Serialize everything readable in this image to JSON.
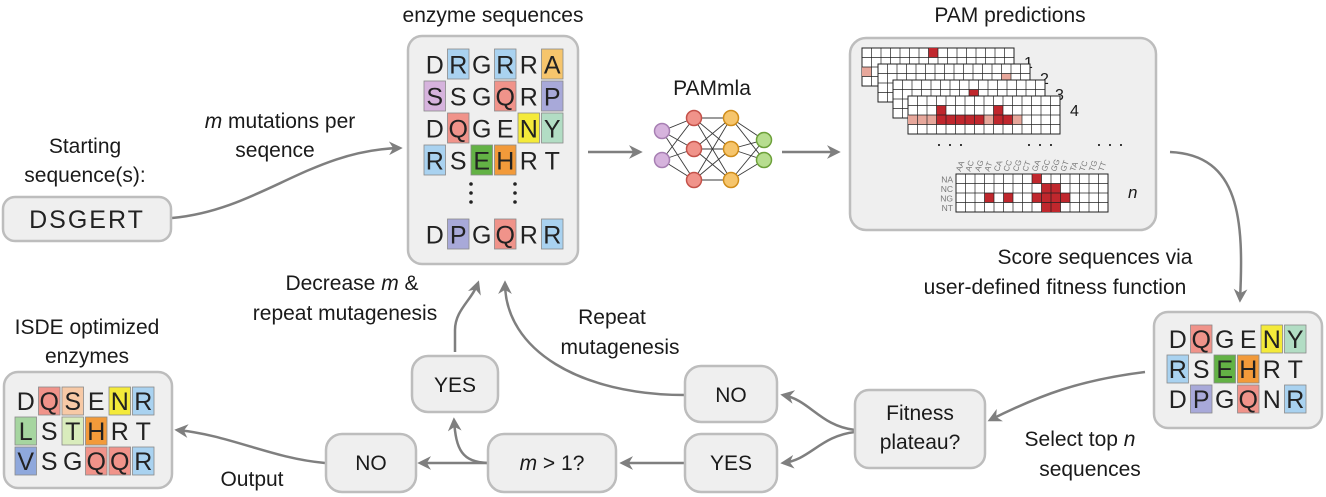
{
  "colors": {
    "box_fill": "#efefef",
    "box_stroke": "#bdbdbd",
    "arrow": "#7f7f7f",
    "heat_dark": "#c0272d",
    "heat_light": "#e7a79b",
    "residue": {
      "R": "#a9d2f0",
      "A": "#f6c56c",
      "S": "#d6b3dd",
      "Q": "#f0938a",
      "P": "#a8a9d9",
      "N": "#f4ea3a",
      "Y": "#b2ddc4",
      "E": "#63b245",
      "H": "#f29a3a",
      "V": "#8fa8dc",
      "L": "#a6d5a0",
      "T": "#d9ecbc",
      "Sl": "#f7c9a6"
    }
  },
  "labels": {
    "starting_line1": "Starting",
    "starting_line2": "sequence(s):",
    "starting_seq": "DSGERT",
    "mutations_line1": "mutations per",
    "mutations_m": "m",
    "mutations_line2": "seqence",
    "enzyme_title": "enzyme sequences",
    "pammla": "PAMmla",
    "pam_title": "PAM predictions",
    "score_line1": "Score sequences via",
    "score_line2": "user-defined fitness function",
    "fitness_line1": "Fitness",
    "fitness_line2": "plateau?",
    "select_line1_a": "Select top",
    "select_line1_n": "n",
    "select_line2": "sequences",
    "no_right": "NO",
    "yes_right": "YES",
    "repeat_line1": "Repeat",
    "repeat_line2": "mutagenesis",
    "mgt1": "m",
    "mgt1_rest": " > 1?",
    "yes_up": "YES",
    "no_left": "NO",
    "decrease_line1_a": "Decrease",
    "decrease_line1_m": "m",
    "decrease_line1_b": " &",
    "decrease_line2": "repeat mutagenesis",
    "output": "Output",
    "isde_line1": "ISDE optimized",
    "isde_line2": "enzymes",
    "pam_stack_numbers": [
      "1",
      "2",
      "3",
      "4"
    ],
    "pam_n": "n",
    "dots_h": "· · ·",
    "dots_v": "·",
    "pam_col_ticks": [
      "AA",
      "AC",
      "AG",
      "AT",
      "CA",
      "CC",
      "CG",
      "CT",
      "GA",
      "GC",
      "GG",
      "GT",
      "TA",
      "TC",
      "TG",
      "TT"
    ],
    "pam_row_ticks": [
      "NA",
      "NC",
      "NG",
      "NT"
    ]
  },
  "enzyme_rows": [
    [
      {
        "c": "D"
      },
      {
        "c": "R",
        "h": "R"
      },
      {
        "c": "G"
      },
      {
        "c": "R",
        "h": "R"
      },
      {
        "c": "R"
      },
      {
        "c": "A",
        "h": "A"
      }
    ],
    [
      {
        "c": "S",
        "h": "S"
      },
      {
        "c": "S"
      },
      {
        "c": "G"
      },
      {
        "c": "Q",
        "h": "Q"
      },
      {
        "c": "R"
      },
      {
        "c": "P",
        "h": "P"
      }
    ],
    [
      {
        "c": "D"
      },
      {
        "c": "Q",
        "h": "Q"
      },
      {
        "c": "G"
      },
      {
        "c": "E"
      },
      {
        "c": "N",
        "h": "N"
      },
      {
        "c": "Y",
        "h": "Y"
      }
    ],
    [
      {
        "c": "R",
        "h": "R"
      },
      {
        "c": "S"
      },
      {
        "c": "E",
        "h": "E"
      },
      {
        "c": "H",
        "h": "H"
      },
      {
        "c": "R"
      },
      {
        "c": "T"
      }
    ]
  ],
  "enzyme_last_row": [
    {
      "c": "D"
    },
    {
      "c": "P",
      "h": "P"
    },
    {
      "c": "G"
    },
    {
      "c": "Q",
      "h": "Q"
    },
    {
      "c": "R"
    },
    {
      "c": "R",
      "h": "R"
    }
  ],
  "top_n_rows": [
    [
      {
        "c": "D"
      },
      {
        "c": "Q",
        "h": "Q"
      },
      {
        "c": "G"
      },
      {
        "c": "E"
      },
      {
        "c": "N",
        "h": "N"
      },
      {
        "c": "Y",
        "h": "Y"
      }
    ],
    [
      {
        "c": "R",
        "h": "R"
      },
      {
        "c": "S"
      },
      {
        "c": "E",
        "h": "E"
      },
      {
        "c": "H",
        "h": "H"
      },
      {
        "c": "R"
      },
      {
        "c": "T"
      }
    ],
    [
      {
        "c": "D"
      },
      {
        "c": "P",
        "h": "P"
      },
      {
        "c": "G"
      },
      {
        "c": "Q",
        "h": "Q"
      },
      {
        "c": "N"
      },
      {
        "c": "R",
        "h": "R"
      }
    ]
  ],
  "isde_rows": [
    [
      {
        "c": "D"
      },
      {
        "c": "Q",
        "h": "Q"
      },
      {
        "c": "S",
        "h": "Sl"
      },
      {
        "c": "E"
      },
      {
        "c": "N",
        "h": "N"
      },
      {
        "c": "R",
        "h": "R"
      }
    ],
    [
      {
        "c": "L",
        "h": "L"
      },
      {
        "c": "S"
      },
      {
        "c": "T",
        "h": "T"
      },
      {
        "c": "H",
        "h": "H"
      },
      {
        "c": "R"
      },
      {
        "c": "T"
      }
    ],
    [
      {
        "c": "V",
        "h": "V"
      },
      {
        "c": "S"
      },
      {
        "c": "G"
      },
      {
        "c": "Q",
        "h": "Q"
      },
      {
        "c": "Q",
        "h": "Q"
      },
      {
        "c": "R",
        "h": "R"
      }
    ]
  ]
}
